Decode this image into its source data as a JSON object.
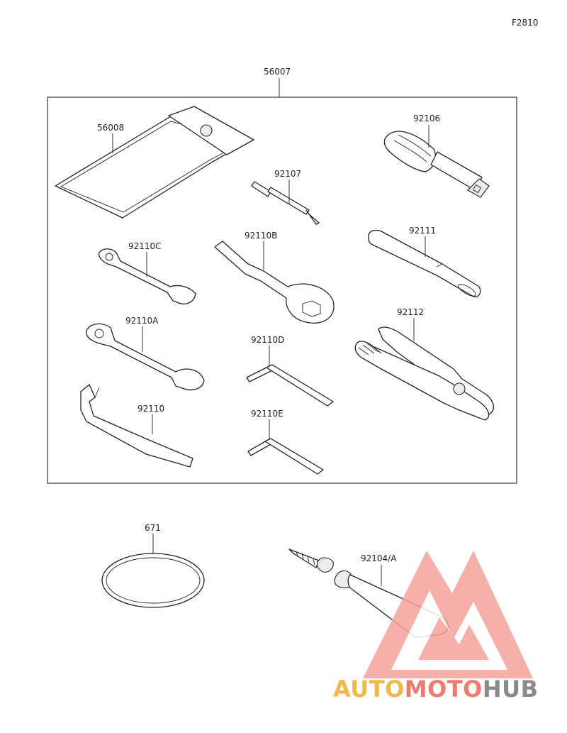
{
  "figure_code": "F2810",
  "labels": {
    "kit": "56007",
    "case": "56008",
    "screwdriver_handle": "92106",
    "screwdriver_bit": "92107",
    "box_wrench": "92110B",
    "extension_pipe": "92111",
    "wrench_c": "92110C",
    "wrench_a": "92110A",
    "pliers": "92112",
    "hex_key_d": "92110D",
    "spanner": "92110",
    "hex_key_e": "92110E",
    "o_ring": "671",
    "sealant": "92104/A"
  },
  "watermark": {
    "auto": "AUTO",
    "moto": "MOTO",
    "hub": "HUB",
    "colors": {
      "auto": "#f2b84b",
      "moto": "#f07a6c",
      "hub": "#8a8a8a",
      "logo": "#f3a39b"
    }
  }
}
